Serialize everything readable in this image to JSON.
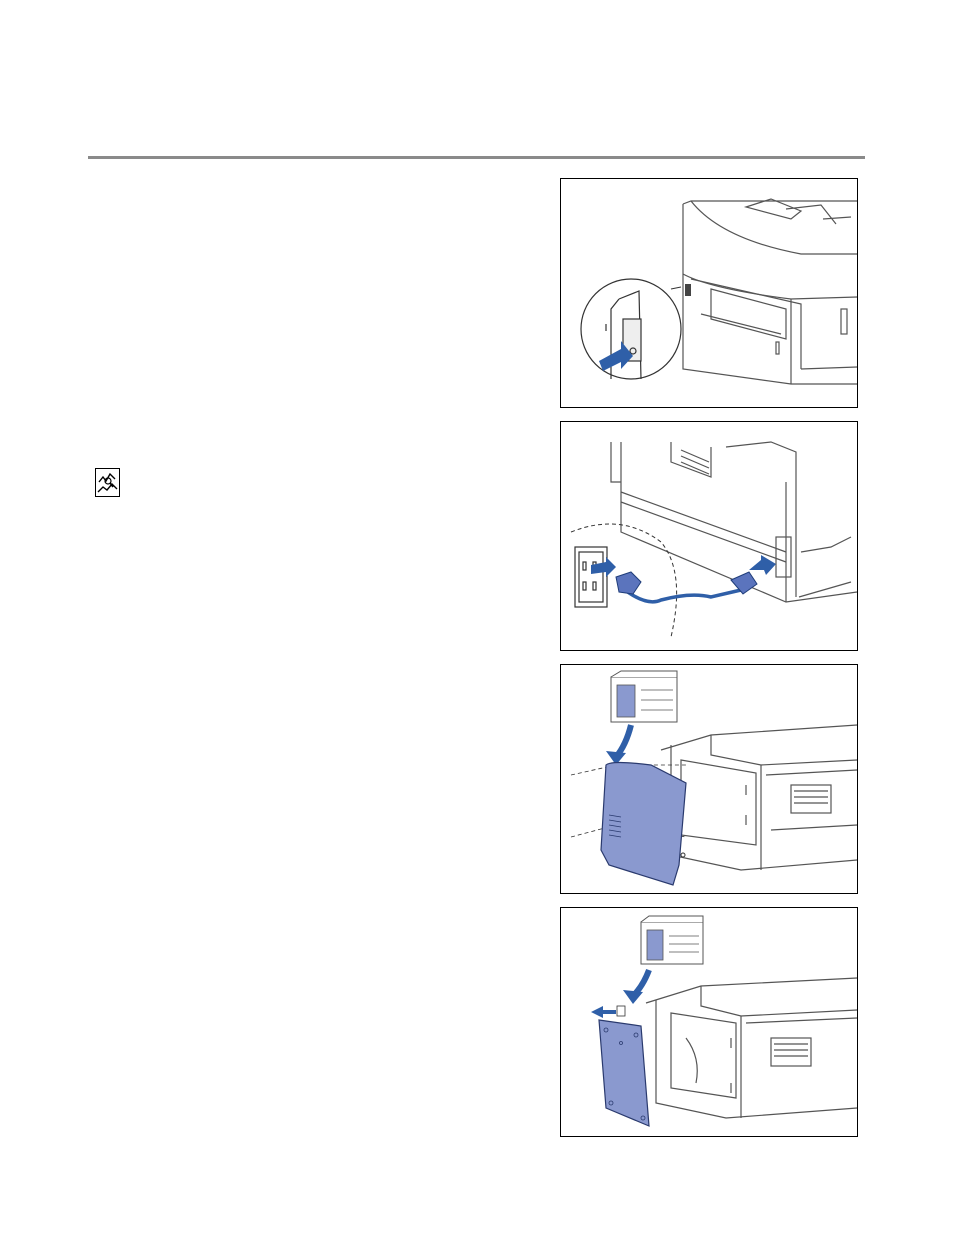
{
  "page": {
    "header_rule": true
  },
  "figures": [
    {
      "id": "fig1",
      "name": "power-switch-off-illustration",
      "icon": "printer-power-switch"
    },
    {
      "id": "fig2",
      "name": "unplug-power-cord-illustration",
      "icon": "power-cord-outlet"
    },
    {
      "id": "fig3",
      "name": "remove-side-cover-illustration",
      "icon": "printer-side-cover"
    },
    {
      "id": "fig4",
      "name": "remove-access-plate-illustration",
      "icon": "printer-access-plate"
    }
  ],
  "note": {
    "icon": "note-icon"
  },
  "colors": {
    "rule": "#8a8a8a",
    "accent_blue": "#2f5fa8",
    "cover_blue": "#8a99cf",
    "line": "#333333"
  }
}
